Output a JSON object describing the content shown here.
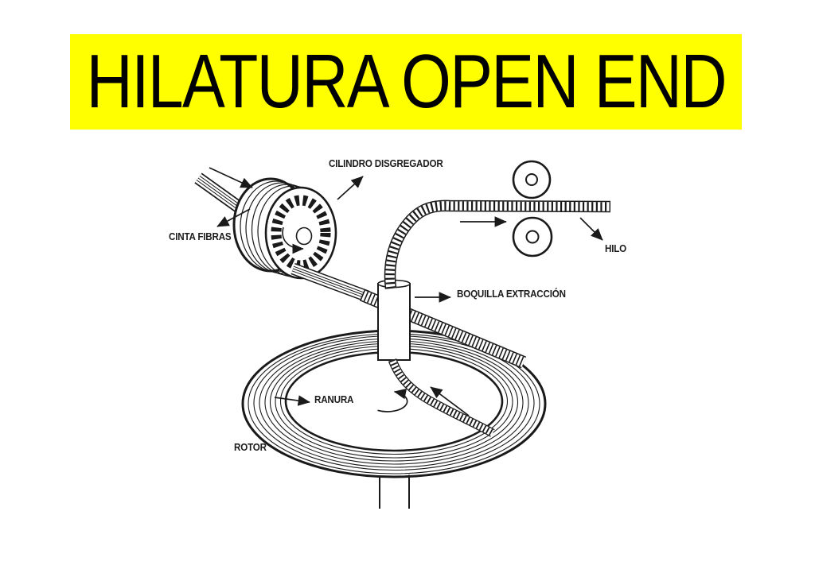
{
  "slide": {
    "title": "HILATURA OPEN END"
  },
  "diagram": {
    "labels": {
      "cilindro": "CILINDRO DISGREGADOR",
      "cinta": "CINTA FIBRAS",
      "hilo": "HILO",
      "boquilla": "BOQUILLA EXTRACCIÓN",
      "ranura": "RANURA",
      "rotor": "ROTOR"
    },
    "colors": {
      "banner_bg": "#FFFF00",
      "title_text": "#000000",
      "ink": "#1a1a1a",
      "background": "#ffffff"
    }
  }
}
